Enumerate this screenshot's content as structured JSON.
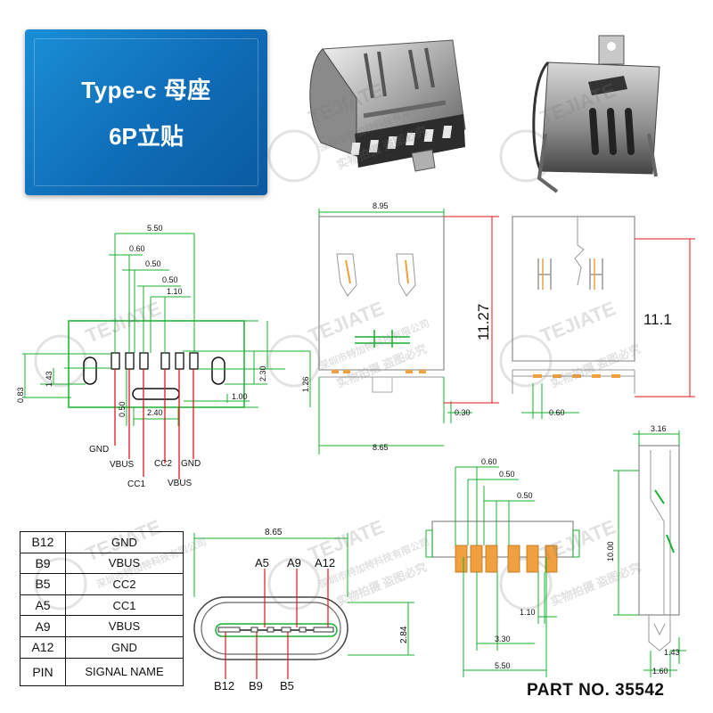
{
  "banner": {
    "line1": "Type-c 母座",
    "line2": "6P立贴"
  },
  "dims_left": {
    "d550": "5.50",
    "d060": "0.60",
    "d050a": "0.50",
    "d050b": "0.50",
    "d110": "1.10",
    "d083": "0.83",
    "d143": "1.43",
    "d050v": "0.50",
    "d240": "2.40",
    "d230": "2.30",
    "d100": "1.00",
    "d126": "1.26"
  },
  "left_labels": {
    "gnd1": "GND",
    "vbus1": "VBUS",
    "cc1": "CC1",
    "cc2": "CC2",
    "gnd2": "GND",
    "vbus2": "VBUS"
  },
  "dims_top_mid": {
    "w": "8.95",
    "h": "11.27",
    "d030": "0.30",
    "b": "8.65"
  },
  "dims_top_right": {
    "h": "11.1",
    "d060": "0.60"
  },
  "dims_mid": {
    "d060": "0.60",
    "d050a": "0.50",
    "d050b": "0.50",
    "d110": "1.10",
    "d330": "3.30",
    "d550": "5.50"
  },
  "dims_side": {
    "w": "3.16",
    "h": "10.00",
    "d143": "1.43",
    "d160": "1.60"
  },
  "dims_front": {
    "w": "8.65",
    "h": "2.84",
    "a5": "A5",
    "a9": "A9",
    "a12": "A12",
    "b12": "B12",
    "b9": "B9",
    "b5": "B5"
  },
  "pin_table": {
    "rows": [
      {
        "pin": "B12",
        "signal": "GND"
      },
      {
        "pin": "B9",
        "signal": "VBUS"
      },
      {
        "pin": "B5",
        "signal": "CC2"
      },
      {
        "pin": "A5",
        "signal": "CC1"
      },
      {
        "pin": "A9",
        "signal": "VBUS"
      },
      {
        "pin": "A12",
        "signal": "GND"
      },
      {
        "pin": "PIN",
        "signal": "SIGNAL  NAME"
      }
    ]
  },
  "watermark": {
    "brand": "TEJIATE",
    "company": "深圳市特加特科技有限公司",
    "slogan": "实物拍摄 盗图必究"
  },
  "part_number": "PART NO. 35542",
  "colors": {
    "dim_green": "#18b030",
    "red": "#e01818",
    "pad_orange": "#f0a040",
    "banner": "#1478c4"
  }
}
